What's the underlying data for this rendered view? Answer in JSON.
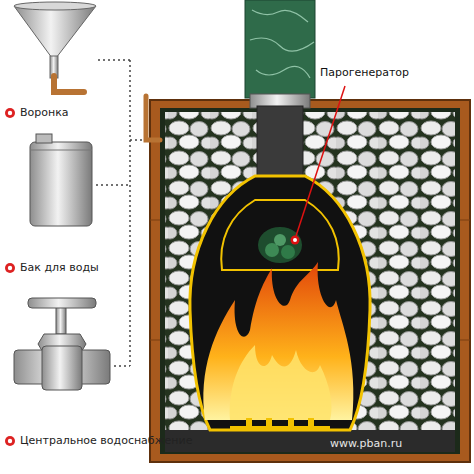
{
  "diagram": {
    "labels": [
      "Воронка",
      "Бак для воды",
      "Центральное водоснабжение",
      "Парогенератор",
      "www.pban.ru"
    ]
  }
}
